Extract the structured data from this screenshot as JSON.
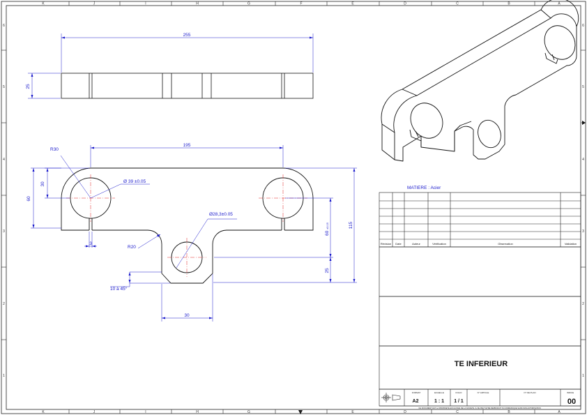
{
  "sheet": {
    "col_letters": [
      "K",
      "J",
      "I",
      "H",
      "G",
      "F",
      "E",
      "D",
      "C",
      "B",
      "A"
    ],
    "row_numbers": [
      "6",
      "5",
      "4",
      "3",
      "2",
      "1"
    ]
  },
  "dimensions": {
    "top_width": "255",
    "top_height": "25",
    "center_distance": "195",
    "r30": "R30",
    "hole_large": "Ø 39 ±0.05",
    "hole_small": "Ø28,3±0.05",
    "r20": "R20",
    "height_30": "30",
    "height_60": "60",
    "slot_3": "3",
    "chamfer": "10 à 45°",
    "bottom_30": "30",
    "right_60": "60",
    "right_60_tol": "±0.15",
    "right_25": "25",
    "right_115": "115"
  },
  "title_block": {
    "material": "MATIERE : Acier",
    "revision_headers": [
      "Révision",
      "Date",
      "Auteur",
      "Vérification",
      "Observation",
      "Validation"
    ],
    "title": "TE INFERIEUR",
    "format_label": "FORMAT",
    "format_value": "A2",
    "scale_label": "ECHELLE",
    "scale_value": "1 : 1",
    "folio_label": "FOLIO",
    "folio_value": "1 / 1",
    "part_no_label": "N° ARTICLE",
    "plan_no_label": "N° DE PLAN",
    "index_label": "INDICE",
    "index_value": "00",
    "disclaimer": "CE DOCUMENT EST LA PROPRIETE EXCLUSIVE DE LA SOCIETE. IL NE PEUT ETRE REPRODUIT NI COMMUNIQUE SANS SON AUTORISATION"
  }
}
